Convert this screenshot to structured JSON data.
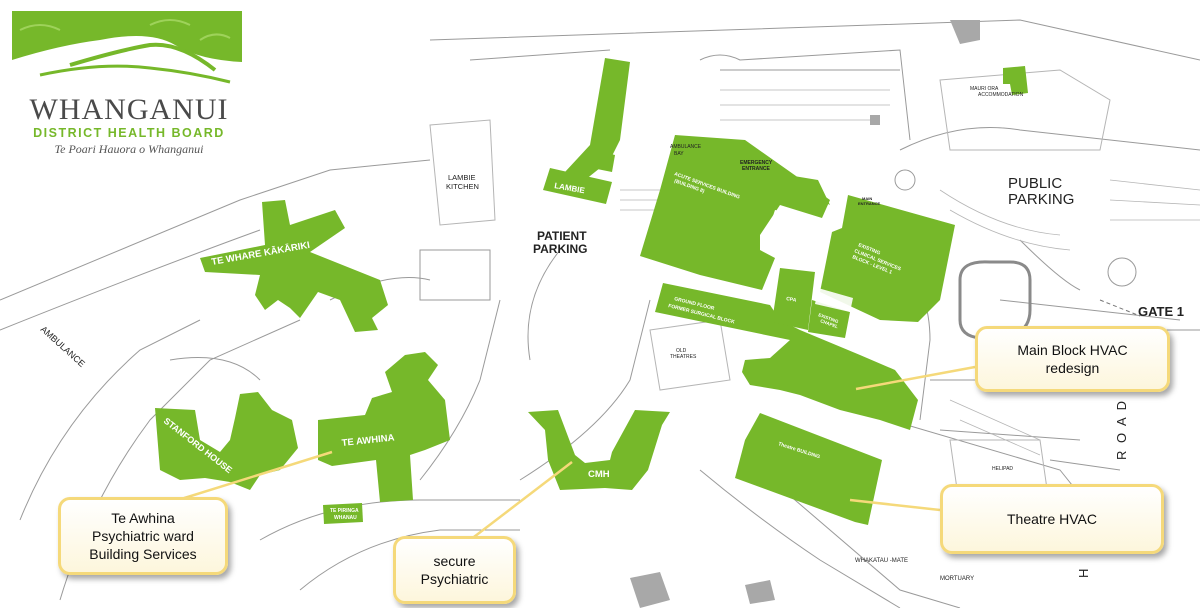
{
  "logo": {
    "org_name": "WHANGANUI",
    "subtitle": "DISTRICT HEALTH BOARD",
    "maori_name": "Te Poari Hauora o Whanganui"
  },
  "colors": {
    "building": "#76b82a",
    "road": "#9a9a9a",
    "callout_border": "#f5d97a",
    "leader": "#f5d97a"
  },
  "buildings": {
    "lambie_tower": "LAMBIE",
    "lambie_lower": "LAMBIE",
    "te_whare_kakariki": "TE WHARE KĀKĀRIKI",
    "stanford_house": "STANFORD HOUSE",
    "te_awhina": "TE AWHINA",
    "te_piringa_whanau_1": "TE PIRINGA",
    "te_piringa_whanau_2": "WHANAU",
    "cmh": "CMH",
    "acute_services_1": "ACUTE SERVICES BUILDING",
    "acute_services_2": "(BUILDING 8)",
    "existing_clinical_1": "EXISTING",
    "existing_clinical_2": "CLINICAL SERVICES",
    "existing_clinical_3": "BLOCK - LEVEL 1",
    "ground_floor_1": "GROUND FLOOR",
    "ground_floor_2": "FORMER SURGICAL BLOCK",
    "cpa": "CPA",
    "existing_chapel_1": "EXISTING",
    "existing_chapel_2": "CHAPEL",
    "theatre_building": "Theatre BUILDING",
    "mauri_ora_1": "MAURI ORA",
    "mauri_ora_2": "ACCOMMODATION"
  },
  "map_labels": {
    "lambie_kitchen_1": "LAMBIE",
    "lambie_kitchen_2": "KITCHEN",
    "patient_parking_1": "PATIENT",
    "patient_parking_2": "PARKING",
    "public_parking_1": "PUBLIC",
    "public_parking_2": "PARKING",
    "gate": "GATE 1",
    "ambulance": "AMBULANCE",
    "ambulance_bay_1": "AMBULANCE",
    "ambulance_bay_2": "BAY",
    "emergency_entrance_1": "EMERGENCY",
    "emergency_entrance_2": "ENTRANCE",
    "main_entrance_1": "MAIN",
    "main_entrance_2": "ENTRANCE",
    "old_theatres_1": "OLD",
    "old_theatres_2": "THEATRES",
    "heliopad": "HELIPAD",
    "whakatau_mate": "WHAKATAU -MATE",
    "mortuary": "MORTUARY",
    "road": "R O A D",
    "h_letter": "H"
  },
  "callouts": {
    "main_block": [
      "Main Block HVAC",
      "redesign"
    ],
    "theatre": [
      "Theatre HVAC"
    ],
    "te_awhina": [
      "Te Awhina",
      "Psychiatric ward",
      "Building Services"
    ],
    "secure": [
      "secure",
      "Psychiatric"
    ]
  }
}
